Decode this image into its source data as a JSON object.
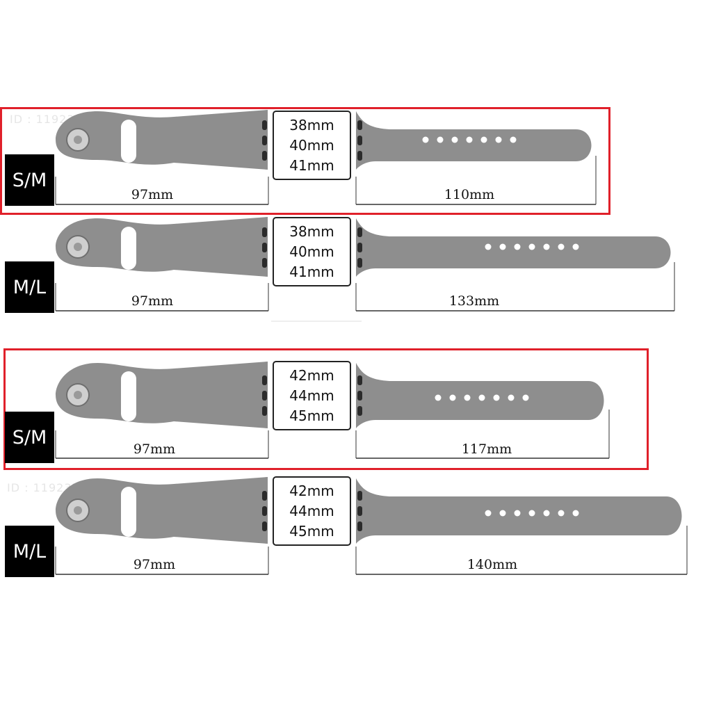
{
  "watermark": "ID : 119237133",
  "colors": {
    "band": "#8e8e8e",
    "highlight": "#e0202a",
    "label_bg": "#000000",
    "label_fg": "#ffffff"
  },
  "rows": [
    {
      "size_label": "S/M",
      "case_sizes": [
        "38mm",
        "40mm",
        "41mm"
      ],
      "left_length": "97mm",
      "right_length": "110mm",
      "highlighted": true
    },
    {
      "size_label": "M/L",
      "case_sizes": [
        "38mm",
        "40mm",
        "41mm"
      ],
      "left_length": "97mm",
      "right_length": "133mm",
      "highlighted": false
    },
    {
      "size_label": "S/M",
      "case_sizes": [
        "42mm",
        "44mm",
        "45mm"
      ],
      "left_length": "97mm",
      "right_length": "117mm",
      "highlighted": true
    },
    {
      "size_label": "M/L",
      "case_sizes": [
        "42mm",
        "44mm",
        "45mm"
      ],
      "left_length": "97mm",
      "right_length": "140mm",
      "highlighted": false
    }
  ]
}
